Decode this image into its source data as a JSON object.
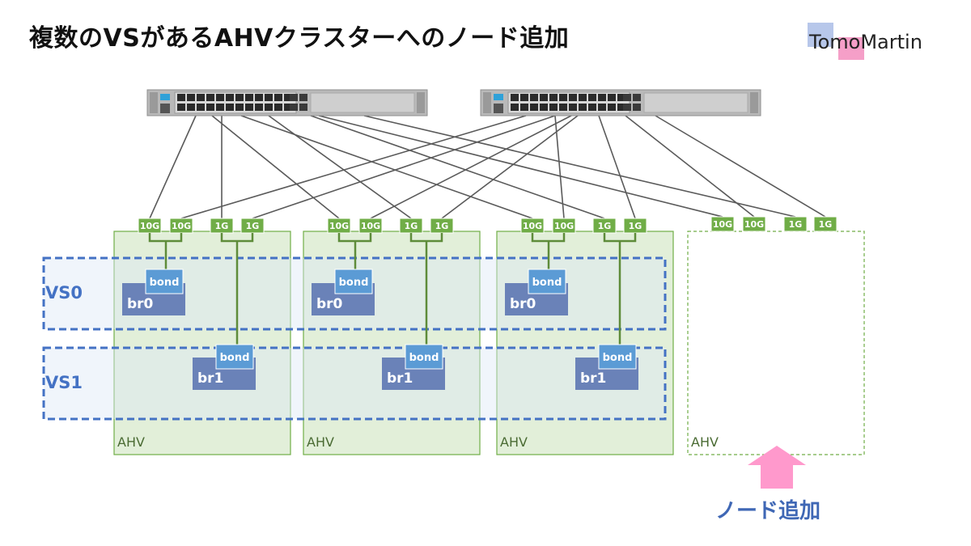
{
  "title": "複数のVSがあるAHVクラスターへのノード追加",
  "logo": {
    "text": "TomoMartin"
  },
  "virtual_switches": [
    {
      "label": "VS0",
      "bridge": "br0",
      "bond": "bond"
    },
    {
      "label": "VS1",
      "bridge": "br1",
      "bond": "bond"
    }
  ],
  "node_label": "AHV",
  "nodes": [
    {
      "label": "AHV",
      "ports": [
        "10G",
        "10G",
        "1G",
        "1G"
      ],
      "existing": true
    },
    {
      "label": "AHV",
      "ports": [
        "10G",
        "10G",
        "1G",
        "1G"
      ],
      "existing": true
    },
    {
      "label": "AHV",
      "ports": [
        "10G",
        "10G",
        "1G",
        "1G"
      ],
      "existing": true
    },
    {
      "label": "AHV",
      "ports": [
        "10G",
        "10G",
        "1G",
        "1G"
      ],
      "existing": false
    }
  ],
  "add_node_label": "ノード追加",
  "colors": {
    "node_fill": "#e2efd9",
    "node_border": "#70ad47",
    "port": "#70ad47",
    "vs_border": "#4472c4",
    "bond": "#5b9bd5",
    "bridge": "#6a82b8",
    "arrow": "#ff99cc",
    "cable": "#5a5a5a"
  }
}
